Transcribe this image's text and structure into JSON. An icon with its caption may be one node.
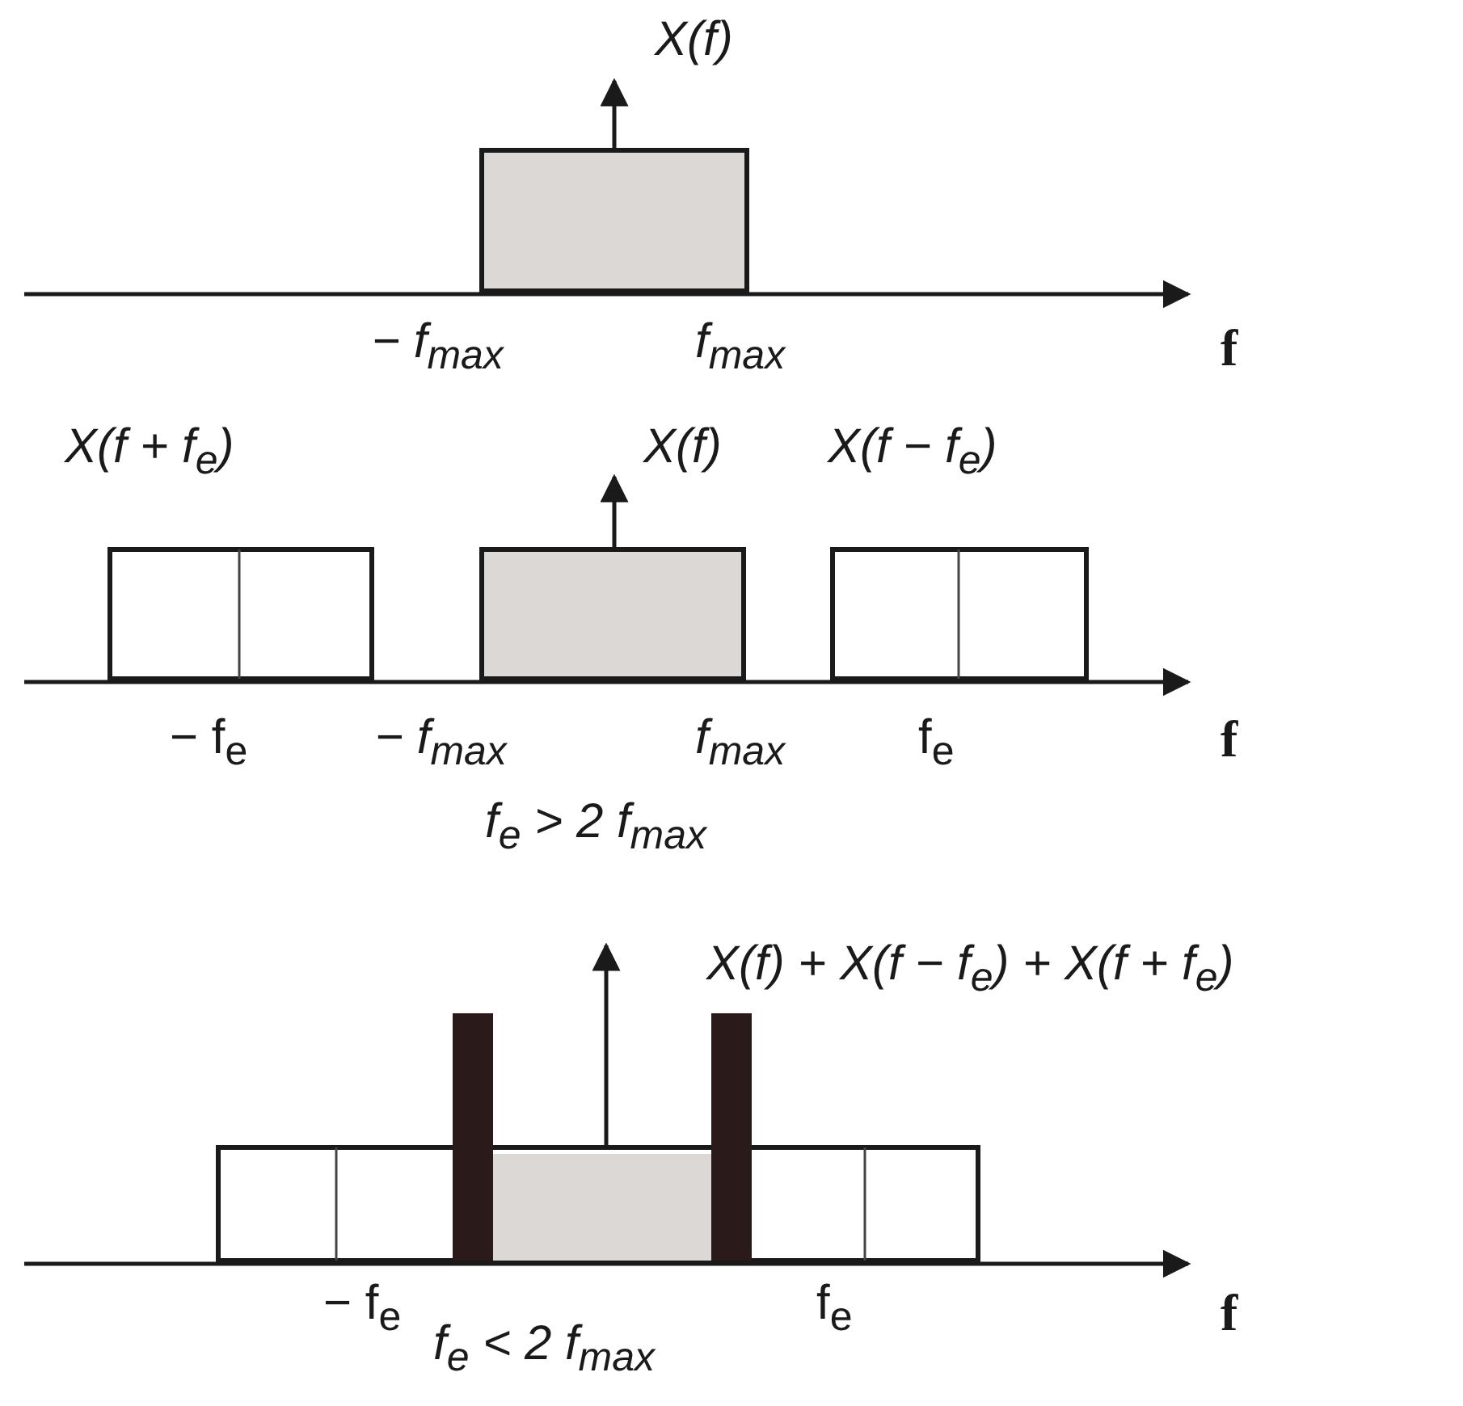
{
  "diagram": {
    "labels": [
      "X(f)",
      "− f$_{max}$",
      "f$_{max}$",
      "f",
      "X(f + f$_{e}$)",
      "X(f)",
      "X(f − f$_{e}$)",
      "− f$_{e}$",
      "− f$_{max}$",
      "f$_{max}$",
      "f$_{e}$",
      "f",
      "f$_{e}$ > 2 f$_{max}$",
      "X(f) + X(f − f$_{e}$) + X(f + f$_{e}$)",
      "− f$_{e}$",
      "f$_{e}$",
      "f",
      "f$_{e}$ < 2 f$_{max}$"
    ]
  }
}
